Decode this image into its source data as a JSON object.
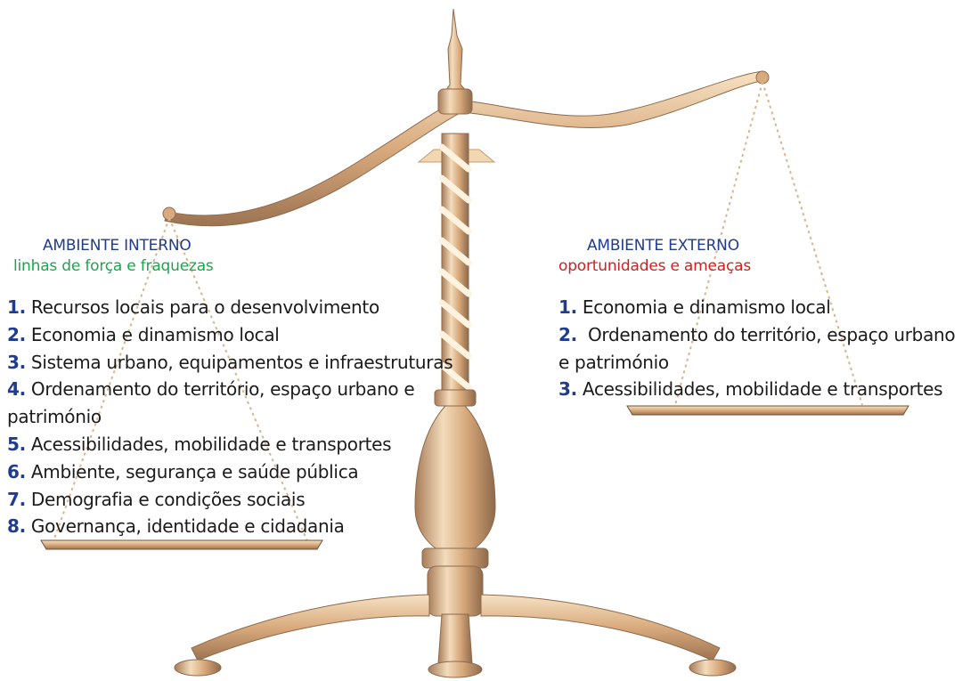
{
  "colors": {
    "heading": "#1f3c8f",
    "number": "#1f3c8f",
    "internal_subtitle": "#1aa64a",
    "external_subtitle": "#d0201f",
    "brass_light": "#f1d7b2",
    "brass_mid": "#d7a77a",
    "brass_dark": "#8e6a4c"
  },
  "internal": {
    "title": "AMBIENTE INTERNO",
    "subtitle": "linhas de força e fraquezas",
    "items": [
      {
        "num": "1.",
        "text": "Recursos locais para o desenvolvimento"
      },
      {
        "num": "2.",
        "text": "Economia e dinamismo local"
      },
      {
        "num": "3.",
        "text": "Sistema urbano, equipamentos e infraestruturas"
      },
      {
        "num": "4.",
        "text": "Ordenamento do território,  espaço urbano e",
        "text2": "património"
      },
      {
        "num": "5.",
        "text": "Acessibilidades, mobilidade e transportes"
      },
      {
        "num": "6.",
        "text": "Ambiente, segurança e saúde pública"
      },
      {
        "num": "7.",
        "text": "Demografia e condições sociais"
      },
      {
        "num": "8.",
        "text": "Governança, identidade e cidadania"
      }
    ]
  },
  "external": {
    "title": "AMBIENTE EXTERNO",
    "subtitle": "oportunidades e ameaças",
    "items": [
      {
        "num": "1.",
        "text": "Economia e dinamismo local"
      },
      {
        "num": "2.",
        "text": " Ordenamento do território,  espaço urbano",
        "text2": "e património"
      },
      {
        "num": "3.",
        "text": "Acessibilidades, mobilidade e transportes"
      }
    ]
  }
}
